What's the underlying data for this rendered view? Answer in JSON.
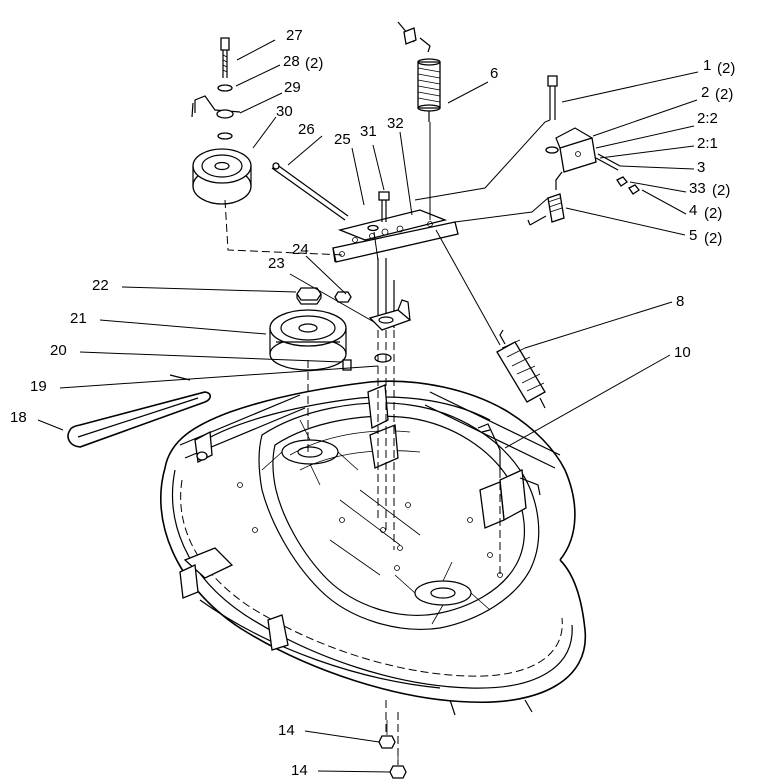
{
  "labels": {
    "l1": "1",
    "l1q": "(2)",
    "l2": "2",
    "l2q": "(2)",
    "l22": "2:2",
    "l21": "2:1",
    "l3": "3",
    "l33": "33",
    "l33q": "(2)",
    "l4": "4",
    "l4q": "(2)",
    "l5": "5",
    "l5q": "(2)",
    "l6": "6",
    "l8": "8",
    "l10": "10",
    "l14a": "14",
    "l14b": "14",
    "l18": "18",
    "l19": "19",
    "l20": "20",
    "l21p": "21",
    "l22p": "22",
    "l23": "23",
    "l24": "24",
    "l25": "25",
    "l26": "26",
    "l27": "27",
    "l28": "28",
    "l28q": "(2)",
    "l29": "29",
    "l30": "30",
    "l31": "31",
    "l32": "32"
  }
}
